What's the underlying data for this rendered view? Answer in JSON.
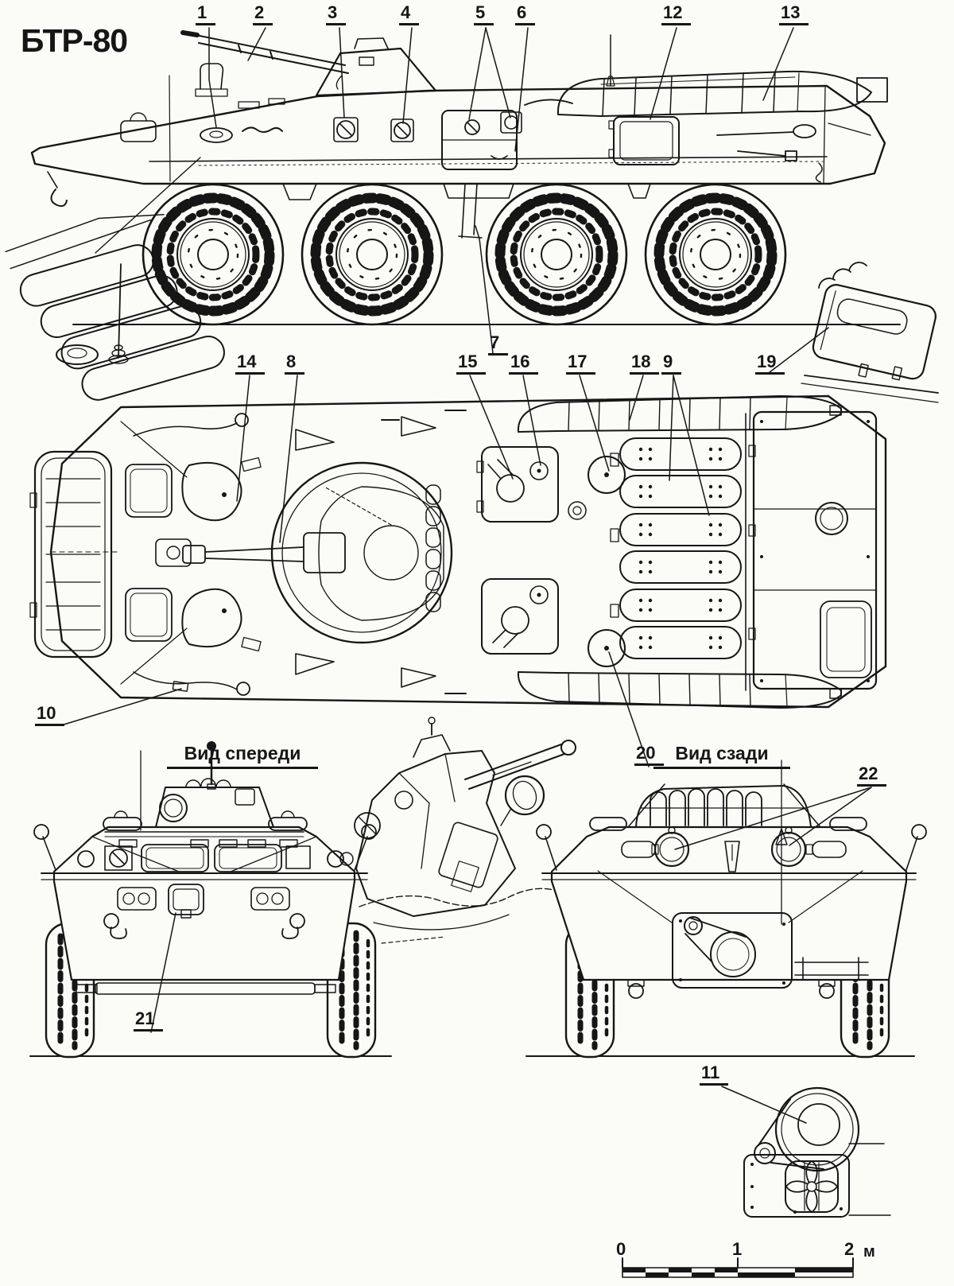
{
  "title": "БТР-80",
  "colors": {
    "ink": "#161616",
    "paper": "#fbfbf8"
  },
  "views": {
    "front": "Вид спереди",
    "rear": "Вид сзади"
  },
  "callouts": [
    "1",
    "2",
    "3",
    "4",
    "5",
    "6",
    "7",
    "8",
    "9",
    "10",
    "11",
    "12",
    "13",
    "14",
    "15",
    "16",
    "17",
    "18",
    "19",
    "20",
    "21",
    "22"
  ],
  "scale": {
    "start": "0",
    "mid": "1",
    "end": "2",
    "unit": "м"
  }
}
